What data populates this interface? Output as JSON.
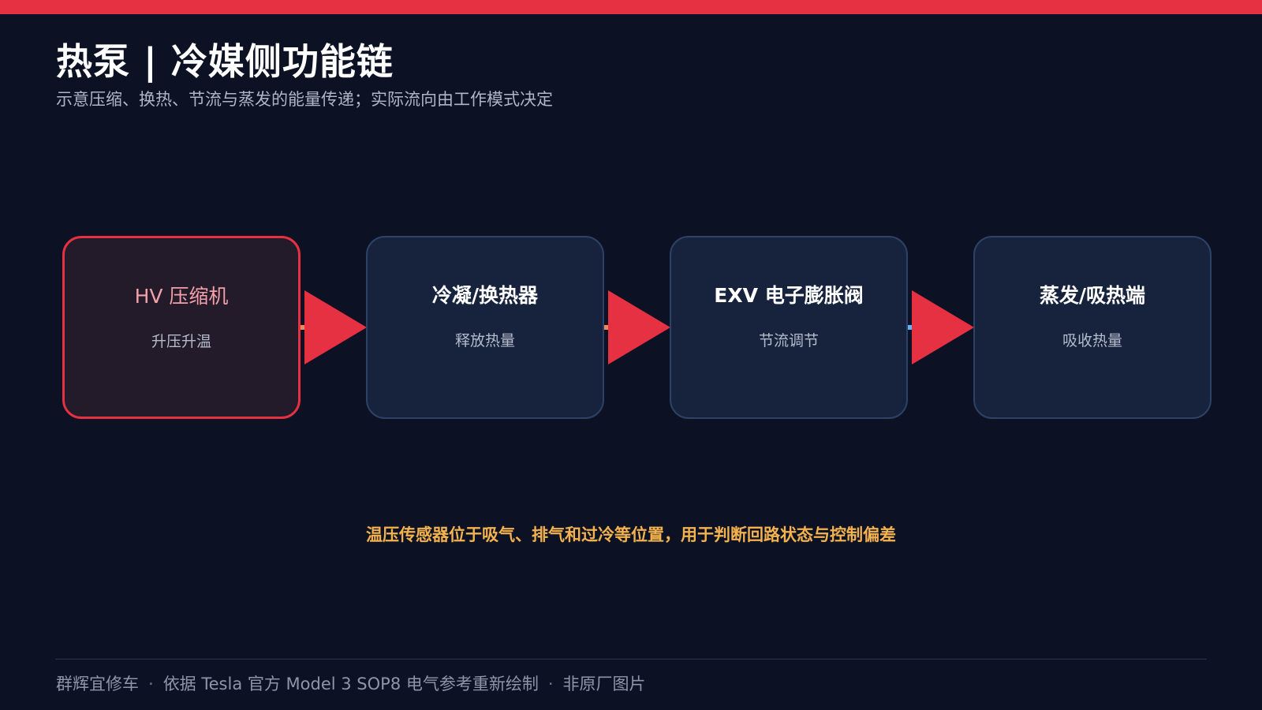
{
  "header": {
    "title": "热泵 | 冷媒侧功能链",
    "subtitle": "示意压缩、换热、节流与蒸发的能量传递；实际流向由工作模式决定"
  },
  "chain": {
    "nodes": [
      {
        "title": "HV 压缩机",
        "subtitle": "升压升温",
        "state": "active"
      },
      {
        "title": "冷凝/换热器",
        "subtitle": "释放热量",
        "state": "normal"
      },
      {
        "title": "EXV 电子膨胀阀",
        "subtitle": "节流调节",
        "state": "normal"
      },
      {
        "title": "蒸发/吸热端",
        "subtitle": "吸收热量",
        "state": "normal"
      }
    ],
    "connector_colors": [
      "#f08a5d",
      "#f08a5d",
      "#5fb4f5"
    ],
    "arrow_color": "#e63142"
  },
  "note": "温压传感器位于吸气、排气和过冷等位置，用于判断回路状态与控制偏差",
  "footer": {
    "brand": "群辉宜修车",
    "source": "依据 Tesla 官方 Model 3 SOP8 电气参考重新绘制",
    "disclaimer": "非原厂图片"
  },
  "colors": {
    "accent": "#e63142",
    "background": "#0c1224",
    "node_fill": "#17223d",
    "node_border": "#2d4266",
    "note": "#f4b24e"
  }
}
